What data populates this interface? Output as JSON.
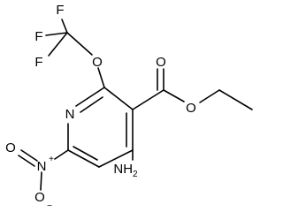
{
  "atoms": {
    "f_top": "F",
    "f_left_upper": "F",
    "f_left_lower": "F",
    "o_ether": "O",
    "o_carbonyl": "O",
    "o_ester": "O",
    "n_ring": "N",
    "n_nitro": "N",
    "n_nitro_charge": "+",
    "o_nitro_double": "O",
    "o_nitro_single": "O",
    "o_nitro_charge": "−",
    "nh2": "NH",
    "nh2_subscript": "2"
  }
}
